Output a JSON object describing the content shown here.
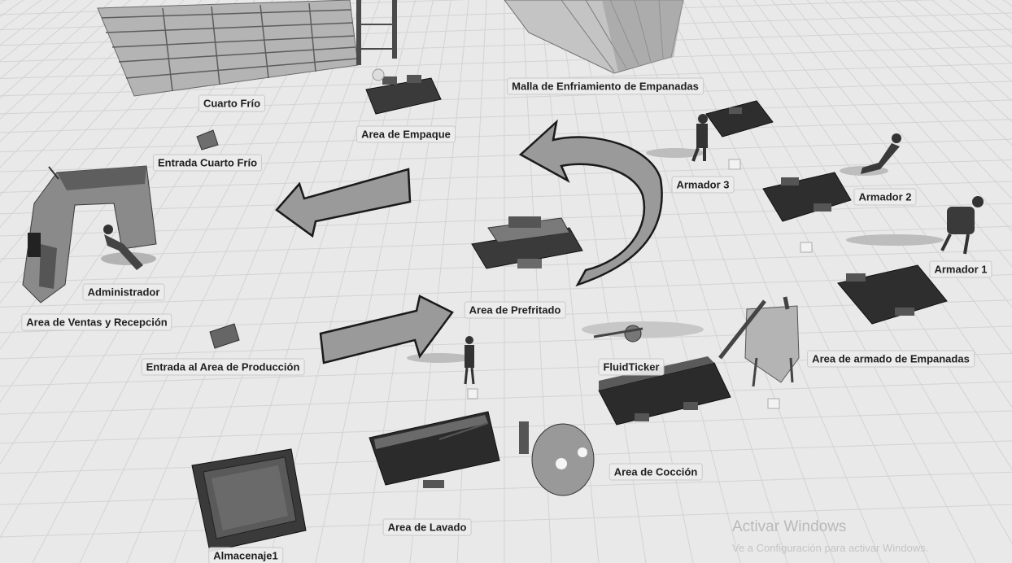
{
  "labels": {
    "cuarto_frio": "Cuarto Frío",
    "entrada_cuarto_frio": "Entrada Cuarto Frío",
    "area_empaque": "Area de Empaque",
    "malla_enfriamiento": "Malla de Enfriamiento de Empanadas",
    "armador_3": "Armador 3",
    "armador_2": "Armador 2",
    "armador_1": "Armador 1",
    "administrador": "Administrador",
    "area_ventas": "Area de Ventas y Recepción",
    "area_prefritado": "Area de Prefritado",
    "entrada_produccion": "Entrada al Area de Producción",
    "fluid_ticker": "FluidTicker",
    "area_armado": "Area de armado de Empanadas",
    "area_coccion": "Area de Cocción",
    "area_lavado": "Area de Lavado",
    "almacenaje": "Almacenaje1"
  },
  "watermark": {
    "title": "Activar Windows",
    "subtitle": "Ve a Configuración para activar Windows."
  },
  "colors": {
    "floor": "#e9e9e9",
    "grid": "#d3d3d3",
    "arrow_fill": "#9a9a9a",
    "arrow_stroke": "#1a1a1a",
    "machine_dark": "#2d2d2d",
    "machine_mid": "#5a5a5a"
  }
}
